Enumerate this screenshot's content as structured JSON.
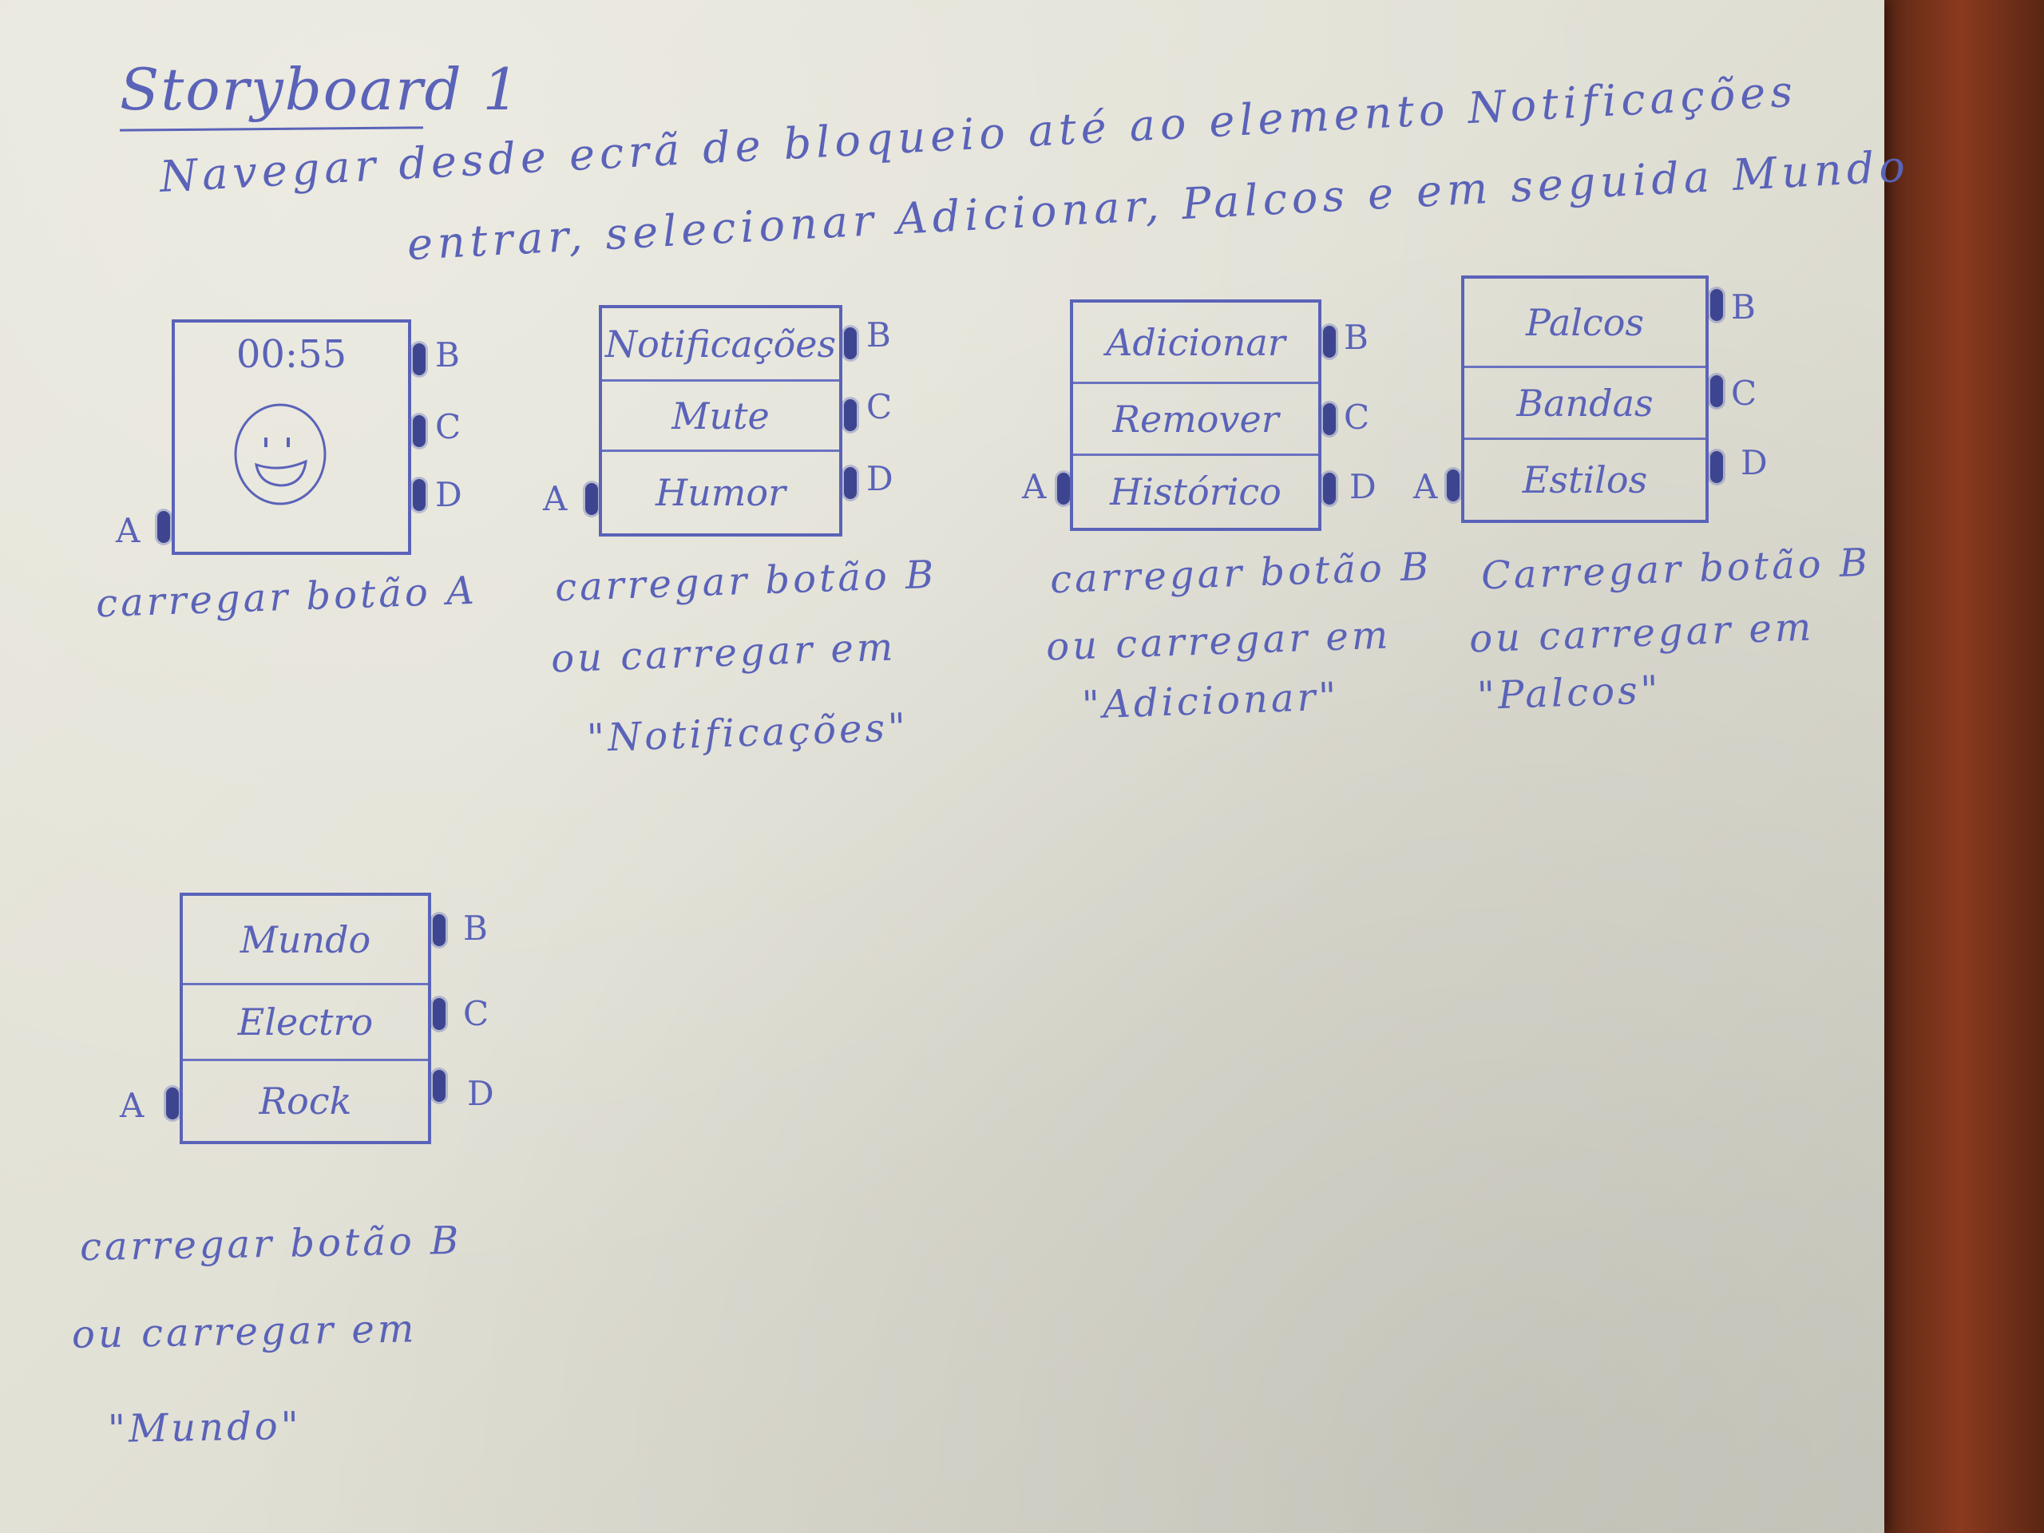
{
  "title": "Storyboard 1",
  "description": {
    "line1": "Navegar desde ecrã de bloqueio até ao elemento Notificações",
    "line2": "entrar, selecionar Adicionar, Palcos e em seguida Mundo"
  },
  "buttons": {
    "a": "A",
    "b": "B",
    "c": "C",
    "d": "D"
  },
  "screens": [
    {
      "clock": "00:55",
      "caption": [
        "carregar botão A"
      ]
    },
    {
      "items": [
        "Notificações",
        "Mute",
        "Humor"
      ],
      "caption": [
        "carregar botão B",
        "ou carregar em",
        "\"Notificações\""
      ]
    },
    {
      "items": [
        "Adicionar",
        "Remover",
        "Histórico"
      ],
      "caption": [
        "carregar botão B",
        "ou carregar em",
        "\"Adicionar\""
      ]
    },
    {
      "items": [
        "Palcos",
        "Bandas",
        "Estilos"
      ],
      "caption": [
        "Carregar botão B",
        "ou carregar em",
        "\"Palcos\""
      ]
    },
    {
      "items": [
        "Mundo",
        "Electro",
        "Rock"
      ],
      "caption": [
        "carregar botão B",
        "ou carregar em",
        "\"Mundo\""
      ]
    }
  ]
}
